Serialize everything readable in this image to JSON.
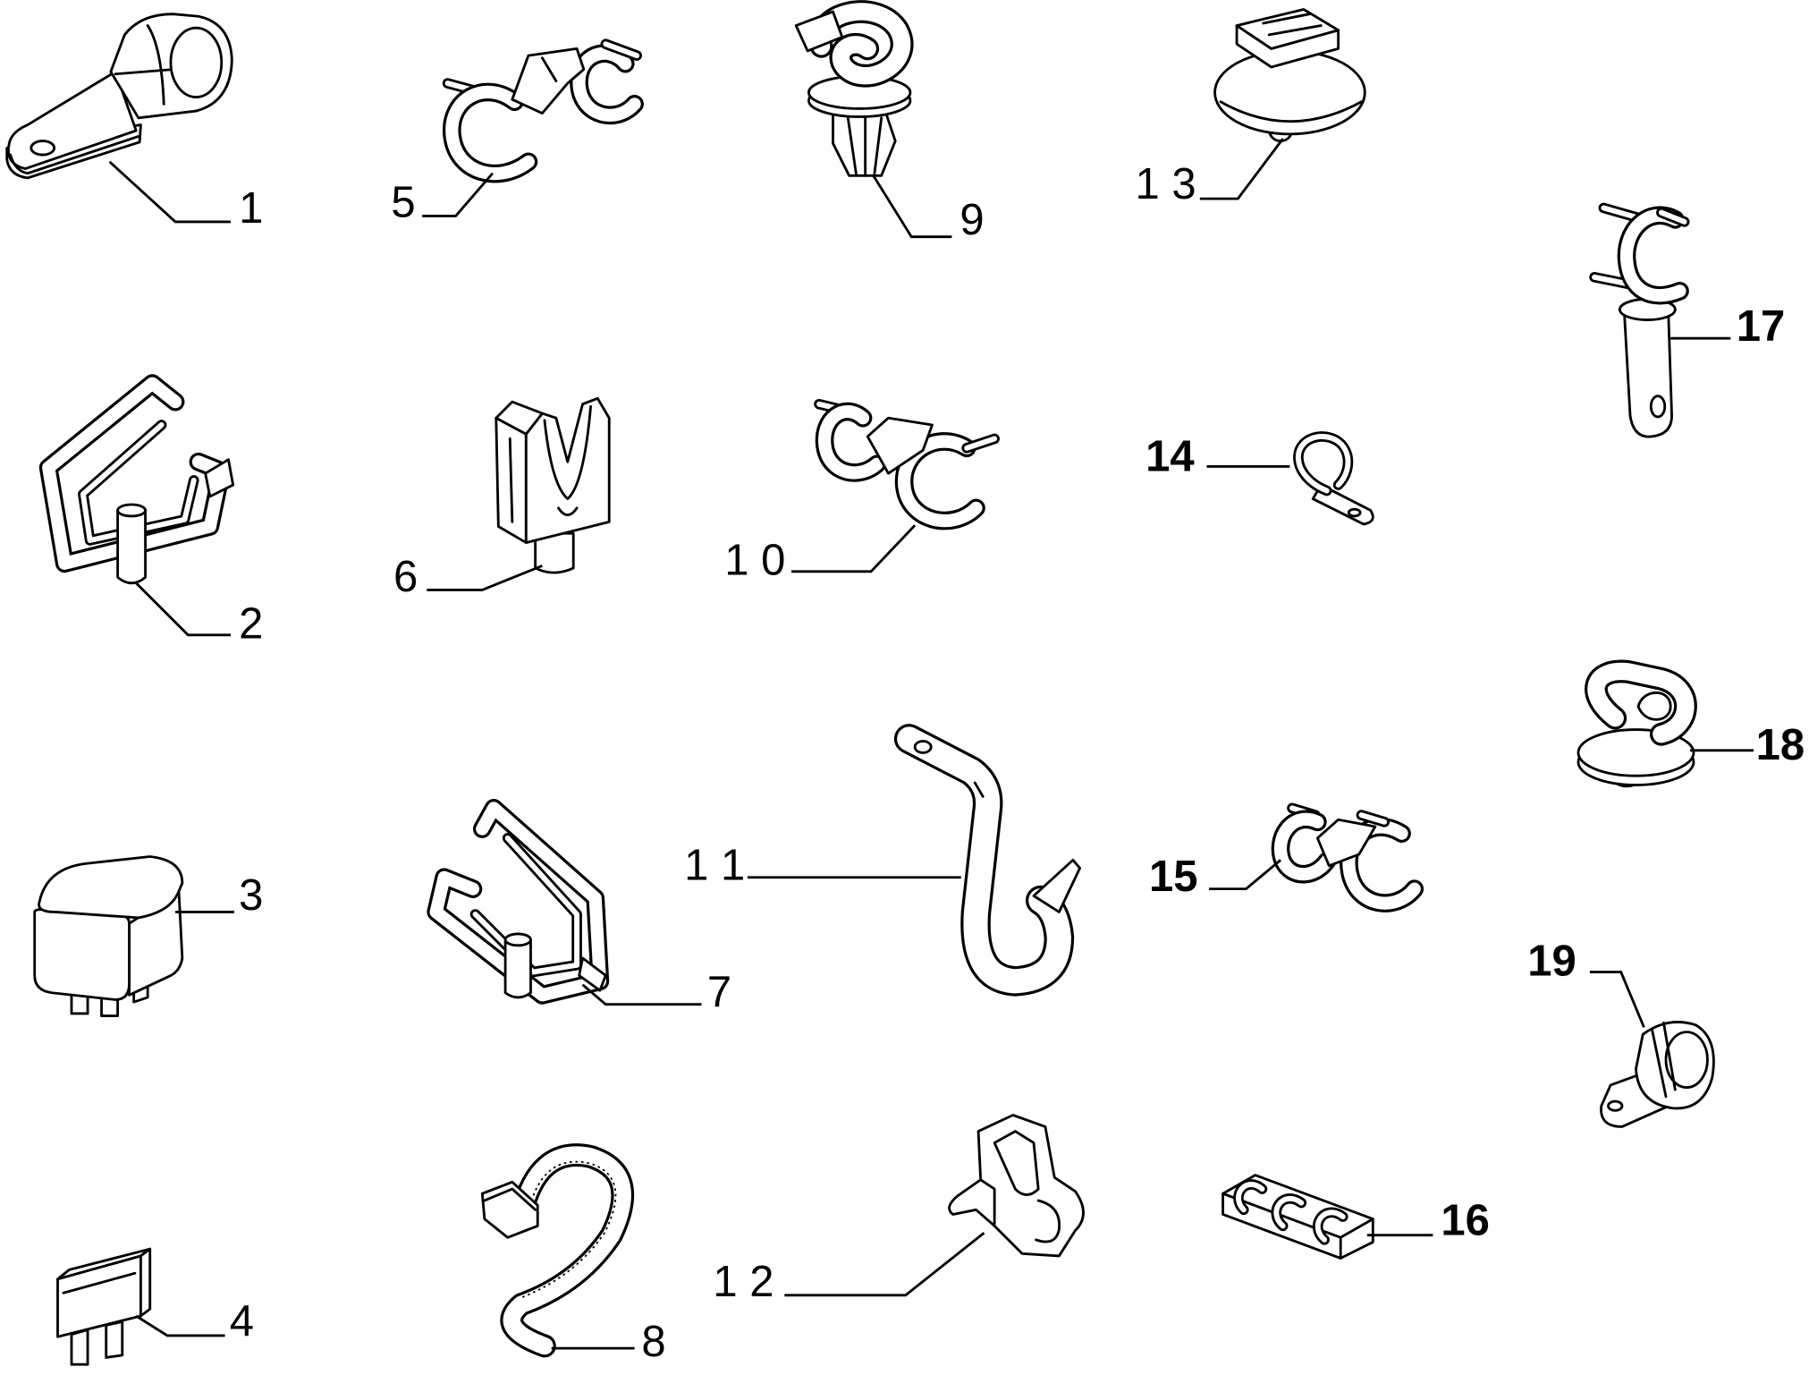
{
  "colors": {
    "ink": "#000000",
    "paper": "#ffffff"
  },
  "diagram": {
    "callouts": {
      "p1": "1",
      "p2": "2",
      "p3": "3",
      "p4": "4",
      "p5": "5",
      "p6": "6",
      "p7": "7",
      "p8": "8",
      "p9": "9",
      "p10": "1 0",
      "p11": "1 1",
      "p12": "1 2",
      "p13": "1 3",
      "p14": "14",
      "p15": "15",
      "p16": "16",
      "p17": "17",
      "p18": "18",
      "p19": "19"
    }
  }
}
